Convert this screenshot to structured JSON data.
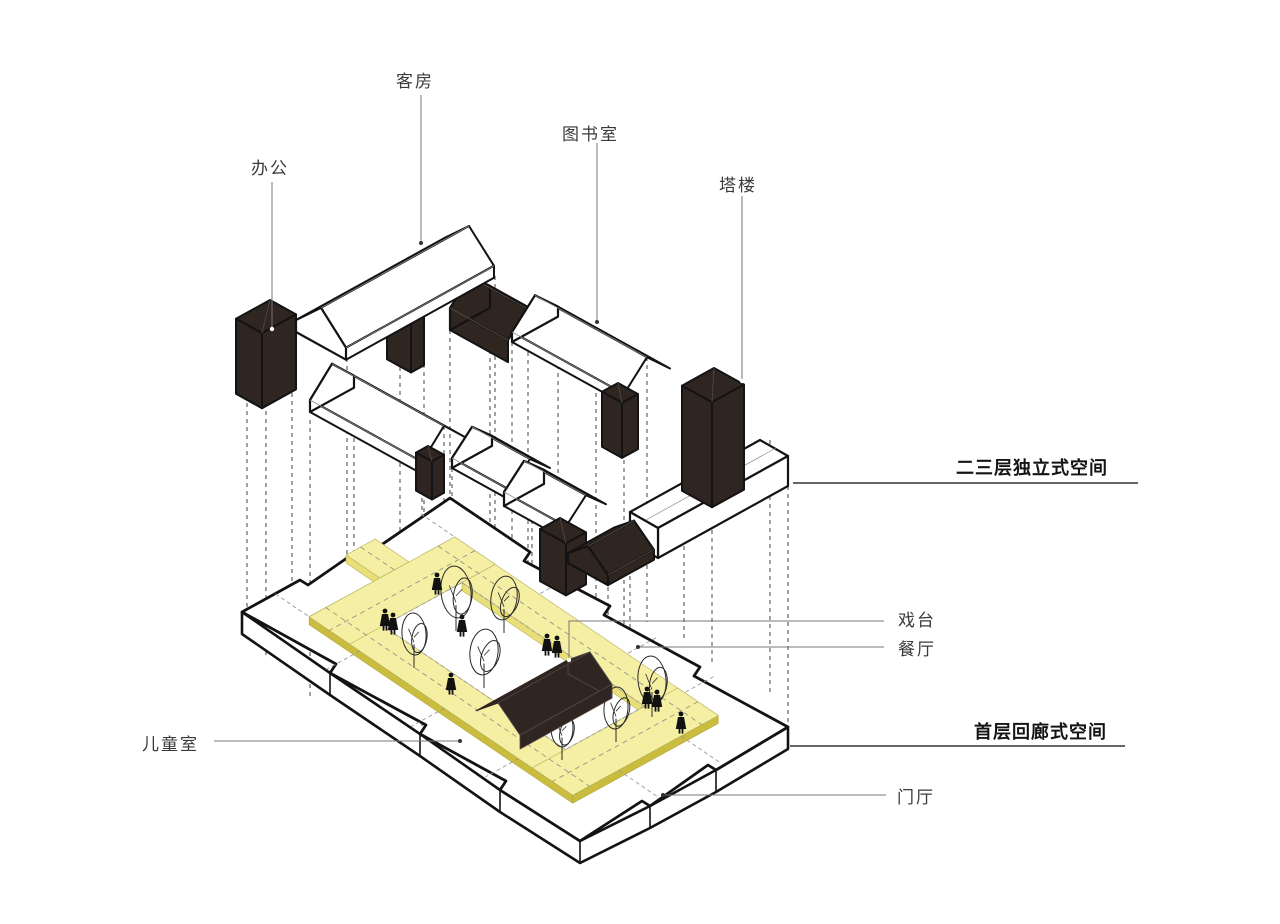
{
  "diagram": {
    "type": "exploded-axonometric-architecture-diagram",
    "levels": {
      "upper": "二三层独立式空间",
      "lower": "首层回廊式空间"
    }
  },
  "labels": {
    "office": "办公",
    "guest_room": "客房",
    "library": "图书室",
    "tower": "塔楼",
    "upper_level_note": "二三层独立式空间",
    "stage": "戏台",
    "dining_hall": "餐厅",
    "ground_level_note": "首层回廊式空间",
    "children_room": "儿童室",
    "entrance_hall": "门厅"
  },
  "colors": {
    "background": "#ffffff",
    "building_white": "#ffffff",
    "building_dark": "#2f2521",
    "dark_seam": "#5a5049",
    "outline": "#131313",
    "white_seam": "#8c8c8c",
    "corridor_top": "#f4efa2",
    "corridor_side_light": "#e8df78",
    "corridor_side_dark": "#c9bc3f",
    "dashed_line": "#555555",
    "thin_dash": "#999999",
    "leader_line": "#777777",
    "bold_leader": "#333333",
    "gray_leader": "#b8b8b8",
    "figure": "#111111",
    "tree_line": "#2a2a2a",
    "label_text": "#3a3a3a"
  }
}
